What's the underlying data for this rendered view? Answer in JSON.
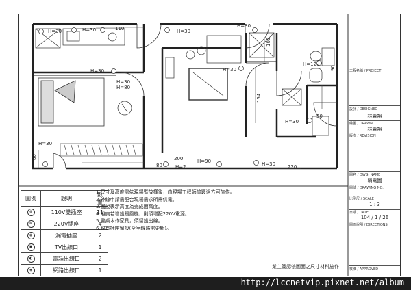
{
  "dimensions": {
    "d110": "110",
    "d105": "105",
    "d154": "154",
    "d90": "90",
    "d50": "50",
    "d200": "200",
    "d80": "80",
    "d220": "220",
    "d80v": "80"
  },
  "heights": {
    "h30": "H=30",
    "h80": "H=80",
    "h90": "H=90",
    "h2": "H=2",
    "h120": "H=120"
  },
  "legend": {
    "header": {
      "symbol": "圖例",
      "desc": "說明",
      "qty": "數量"
    },
    "rows": [
      {
        "symbol_icon": "double-outlet-110v-icon",
        "desc": "110V雙插座",
        "qty": "11"
      },
      {
        "symbol_icon": "outlet-220v-icon",
        "desc": "220V插座",
        "qty": "4"
      },
      {
        "symbol_icon": "gfci-outlet-icon",
        "desc": "漏電插座",
        "qty": "2"
      },
      {
        "symbol_icon": "tv-outlet-icon",
        "desc": "TV出線口",
        "qty": "1"
      },
      {
        "symbol_icon": "phone-outlet-icon",
        "desc": "電話出線口",
        "qty": "2"
      },
      {
        "symbol_icon": "network-outlet-icon",
        "desc": "網路出線口",
        "qty": "1"
      }
    ]
  },
  "notes": [
    "1.尺寸及高度需依現場暨放樣後，由現場工程師檢覈過方可施作。",
    "2.外線申請需配合現場需求所需供電。",
    "3.圖說表示高度為完成面高度。",
    "4.浴廁若增設暖風機，則須增配220V電源。",
    "5.書桌木作家具，須留設出線。",
    "6.現有插座留設(全室線路需更新)。"
  ],
  "titleblock": {
    "project_label": "工程名稱 / PROJECT",
    "designed_label": "設計 / DESIGNED",
    "designed_value": "林貴翔",
    "drawn_label": "繪圖 / DRAWN",
    "drawn_value": "林貴翔",
    "revision_label": "版次 / REVISION",
    "dwg_name_label": "圖名 / DWG. NAME",
    "dwg_name_value": "弱電圖",
    "drawing_no_label": "圖號 / DRAWING NO.",
    "scale_label": "比例尺 / SCALE",
    "scale_value": "1 : 3",
    "date_label": "日期 / DATE",
    "date_value": "104 / 1 / 26",
    "directions_label": "圖面說明 / DIRECTIONS",
    "approved_label": "核准 / APPROVED"
  },
  "footnote": "業主簽認依圖面之尺寸材料施作",
  "watermark": "http://lccnetvip.pixnet.net/album"
}
